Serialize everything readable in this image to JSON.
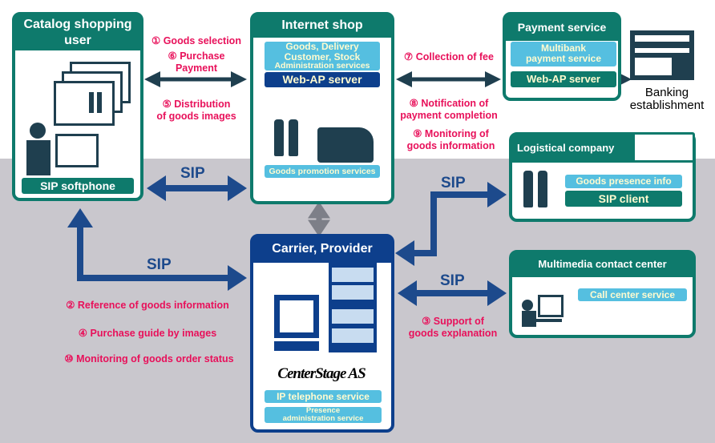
{
  "catalog_user": {
    "title": "Catalog shopping user",
    "softphone": "SIP softphone"
  },
  "internet_shop": {
    "title": "Internet shop",
    "services": [
      "Goods, Delivery",
      "Customer, Stock",
      "Administration services"
    ],
    "web_ap": "Web-AP server",
    "promotion": "Goods promotion services"
  },
  "payment": {
    "title": "Payment service",
    "multibank": [
      "Multibank",
      "payment service"
    ],
    "web_ap": "Web-AP server"
  },
  "banking": {
    "label": [
      "Banking",
      "establishment"
    ]
  },
  "logistics": {
    "title": "Logistical company",
    "presence": "Goods presence info",
    "sip_client": "SIP client"
  },
  "carrier": {
    "title": "Carrier, Provider",
    "logo": "CenterStage AS",
    "ip_tel": "IP telephone service",
    "presence": [
      "Presence",
      "administration service"
    ]
  },
  "contact_center": {
    "title": "Multimedia contact center",
    "service": "Call center service"
  },
  "labels": {
    "l1": "① Goods selection",
    "l6a": "⑥ Purchase",
    "l6b": "Payment",
    "l5a": "⑤ Distribution",
    "l5b": "of goods images",
    "l7": "⑦ Collection of fee",
    "l8a": "⑧ Notification of",
    "l8b": "payment completion",
    "l9a": "⑨ Monitoring of",
    "l9b": "goods information",
    "l2": "② Reference of goods information",
    "l4": "④ Purchase guide by images",
    "l10": "⑩ Monitoring of goods order status",
    "l3a": "③ Support of",
    "l3b": "goods explanation"
  },
  "sip": "SIP"
}
